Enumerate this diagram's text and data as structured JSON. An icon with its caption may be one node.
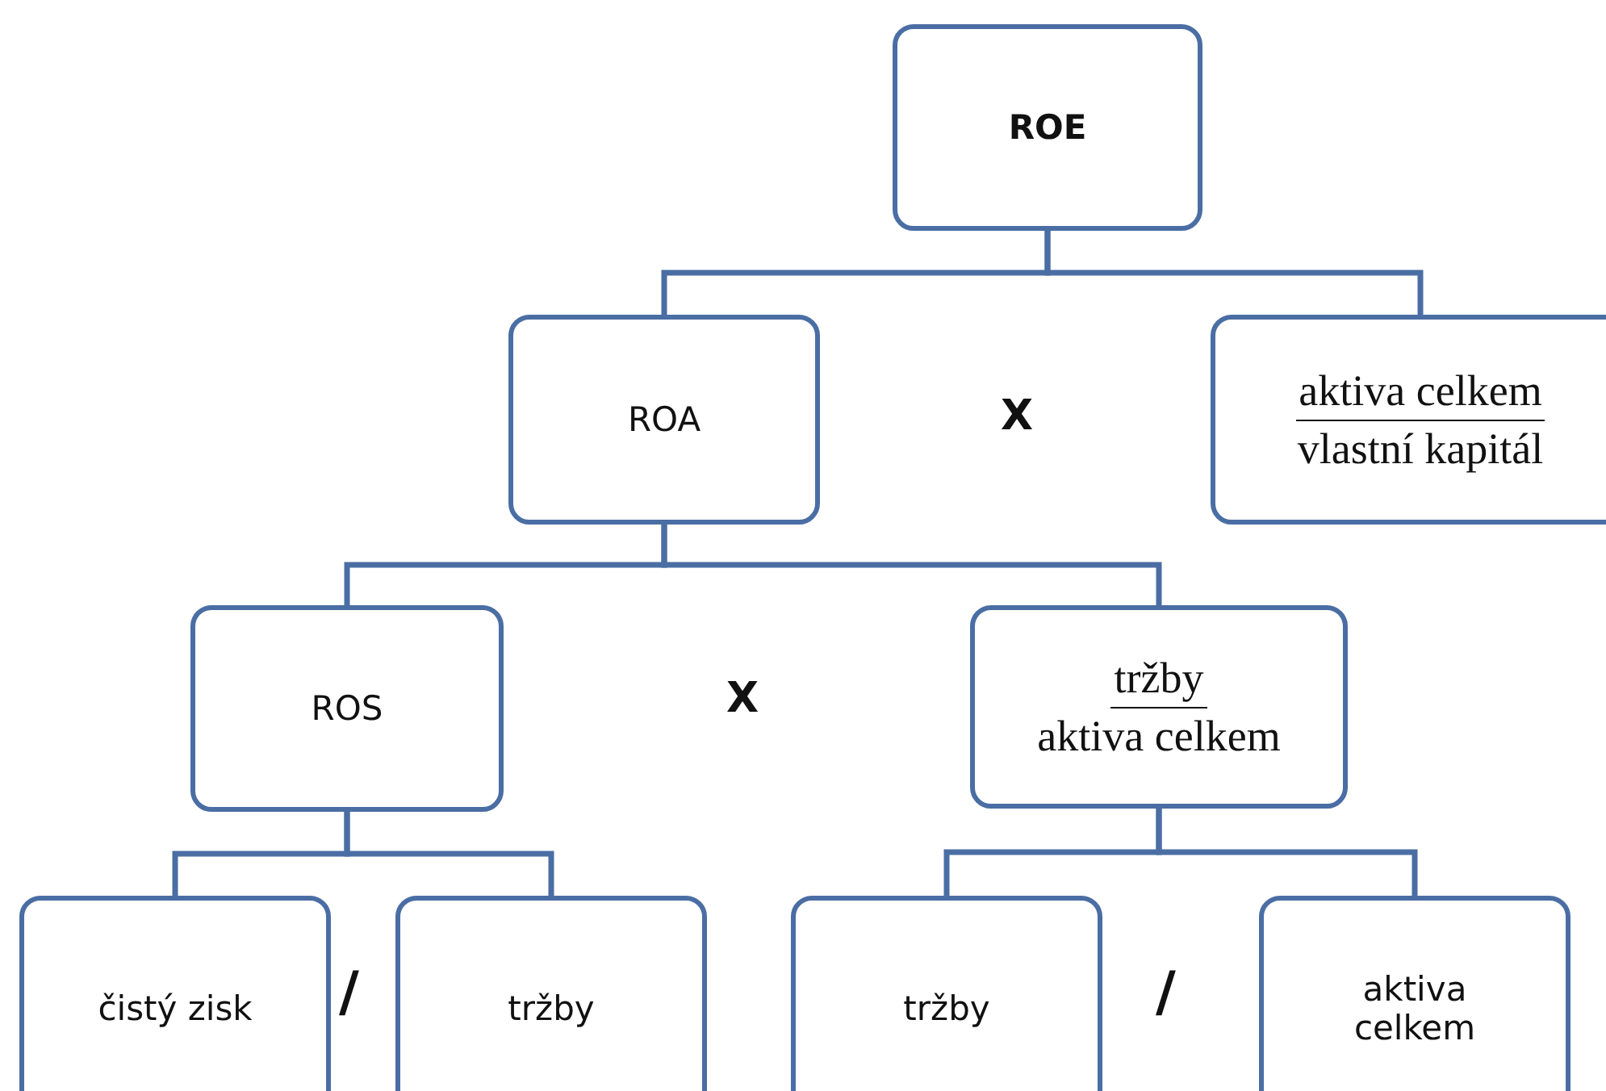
{
  "diagram": {
    "nodes": [
      {
        "text": [
          "ROE"
        ]
      },
      {
        "text": [
          "ROA"
        ]
      },
      {
        "text": [
          "aktiva celkem",
          "vlastní kapitál"
        ]
      },
      {
        "text": [
          "ROS"
        ]
      },
      {
        "text": [
          "tržby",
          "aktiva celkem"
        ]
      },
      {
        "text": [
          "čistý zisk"
        ]
      },
      {
        "text": [
          "tržby"
        ]
      },
      {
        "text": [
          "tržby"
        ]
      },
      {
        "text": [
          "aktiva celkem"
        ]
      }
    ],
    "edges": [
      {
        "from": 0,
        "to": 1,
        "arrow": "none"
      },
      {
        "from": 0,
        "to": 2,
        "arrow": "none"
      },
      {
        "from": 1,
        "to": 3,
        "arrow": "none"
      },
      {
        "from": 1,
        "to": 4,
        "arrow": "none"
      },
      {
        "from": 3,
        "to": 5,
        "arrow": "none"
      },
      {
        "from": 3,
        "to": 6,
        "arrow": "none"
      },
      {
        "from": 4,
        "to": 7,
        "arrow": "none"
      },
      {
        "from": 4,
        "to": 8,
        "arrow": "none"
      }
    ],
    "labels": [
      "X",
      "X",
      "/",
      "/"
    ]
  }
}
